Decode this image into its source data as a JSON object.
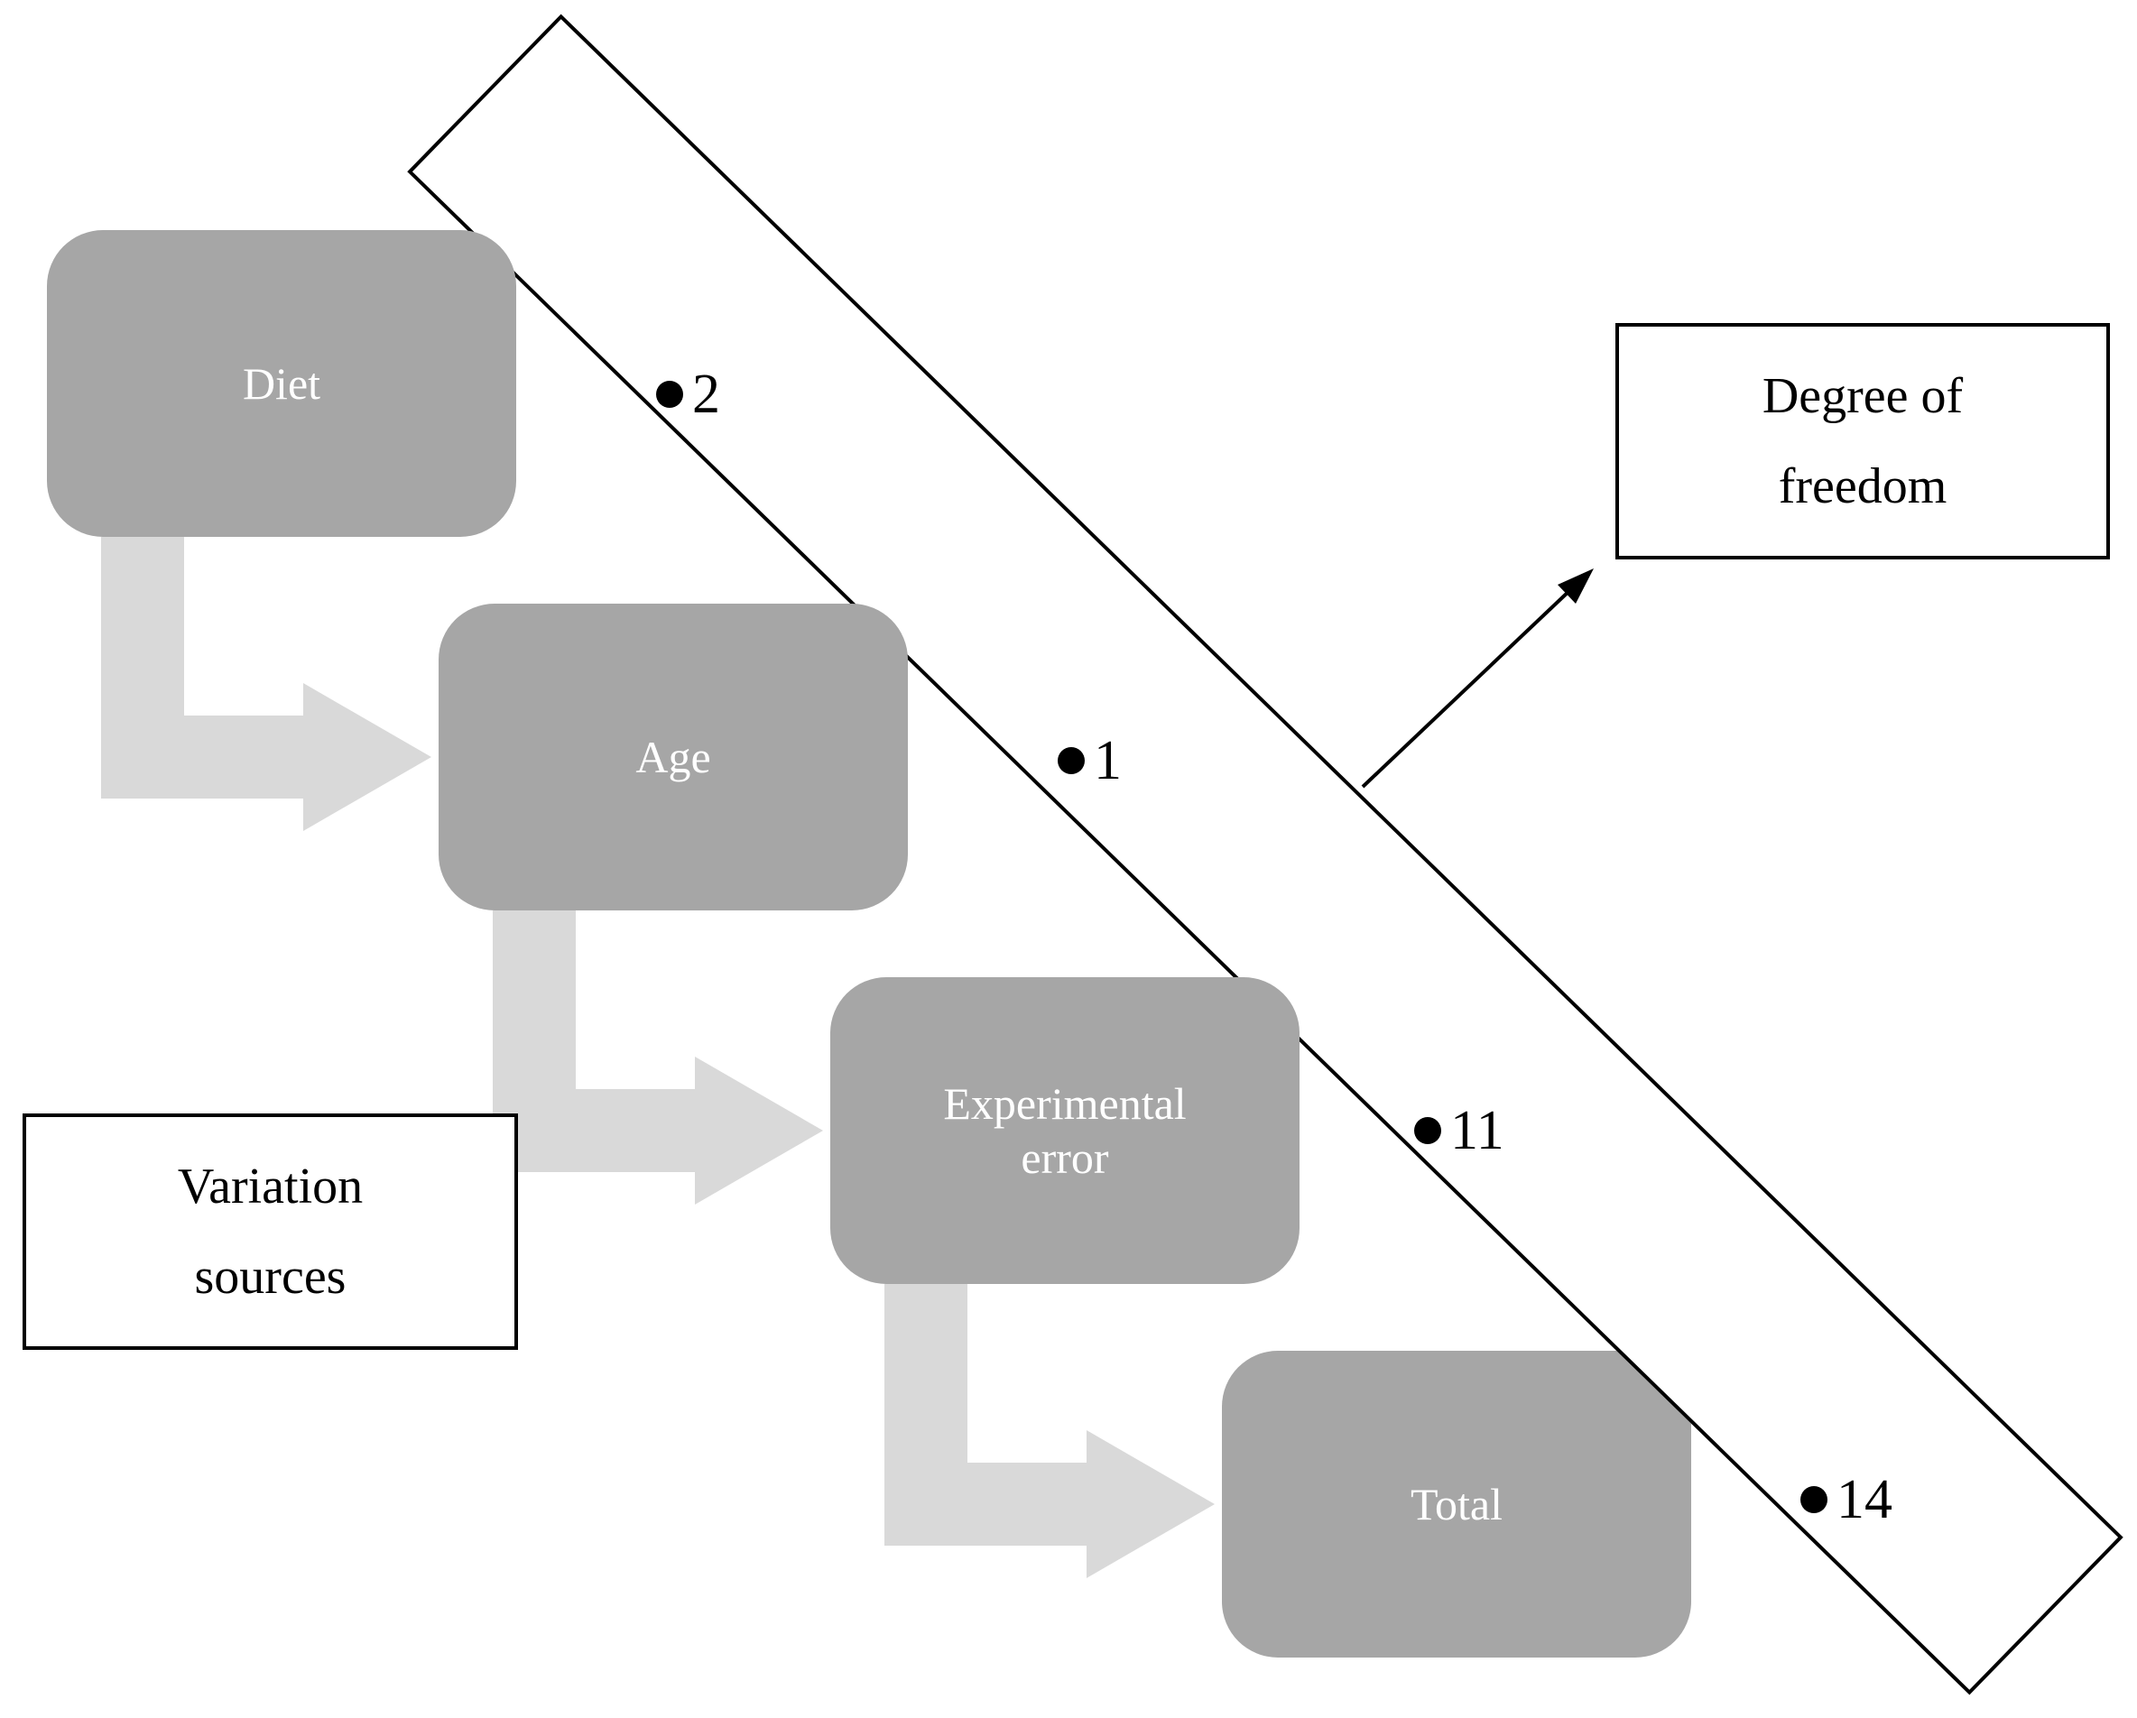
{
  "diagram": {
    "nodes": [
      {
        "id": "diet",
        "label": "Diet",
        "label_lines": [
          "Diet"
        ],
        "df": "2"
      },
      {
        "id": "age",
        "label": "Age",
        "label_lines": [
          "Age"
        ],
        "df": "1"
      },
      {
        "id": "experimental-error",
        "label": "Experimental error",
        "label_lines": [
          "Experimental",
          "error"
        ],
        "df": "11"
      },
      {
        "id": "total",
        "label": "Total",
        "label_lines": [
          "Total"
        ],
        "df": "14"
      }
    ],
    "variation_sources": {
      "line1": "Variation",
      "line2": "sources"
    },
    "degree_of_freedom": {
      "line1": "Degree of",
      "line2": "freedom"
    },
    "colors": {
      "node_fill": "#a6a6a6",
      "node_text": "#ffffff",
      "elbow_arrow_fill": "#d9d9d9",
      "band_fill": "#ffffff",
      "band_border": "#000000",
      "label_text": "#000000"
    }
  }
}
